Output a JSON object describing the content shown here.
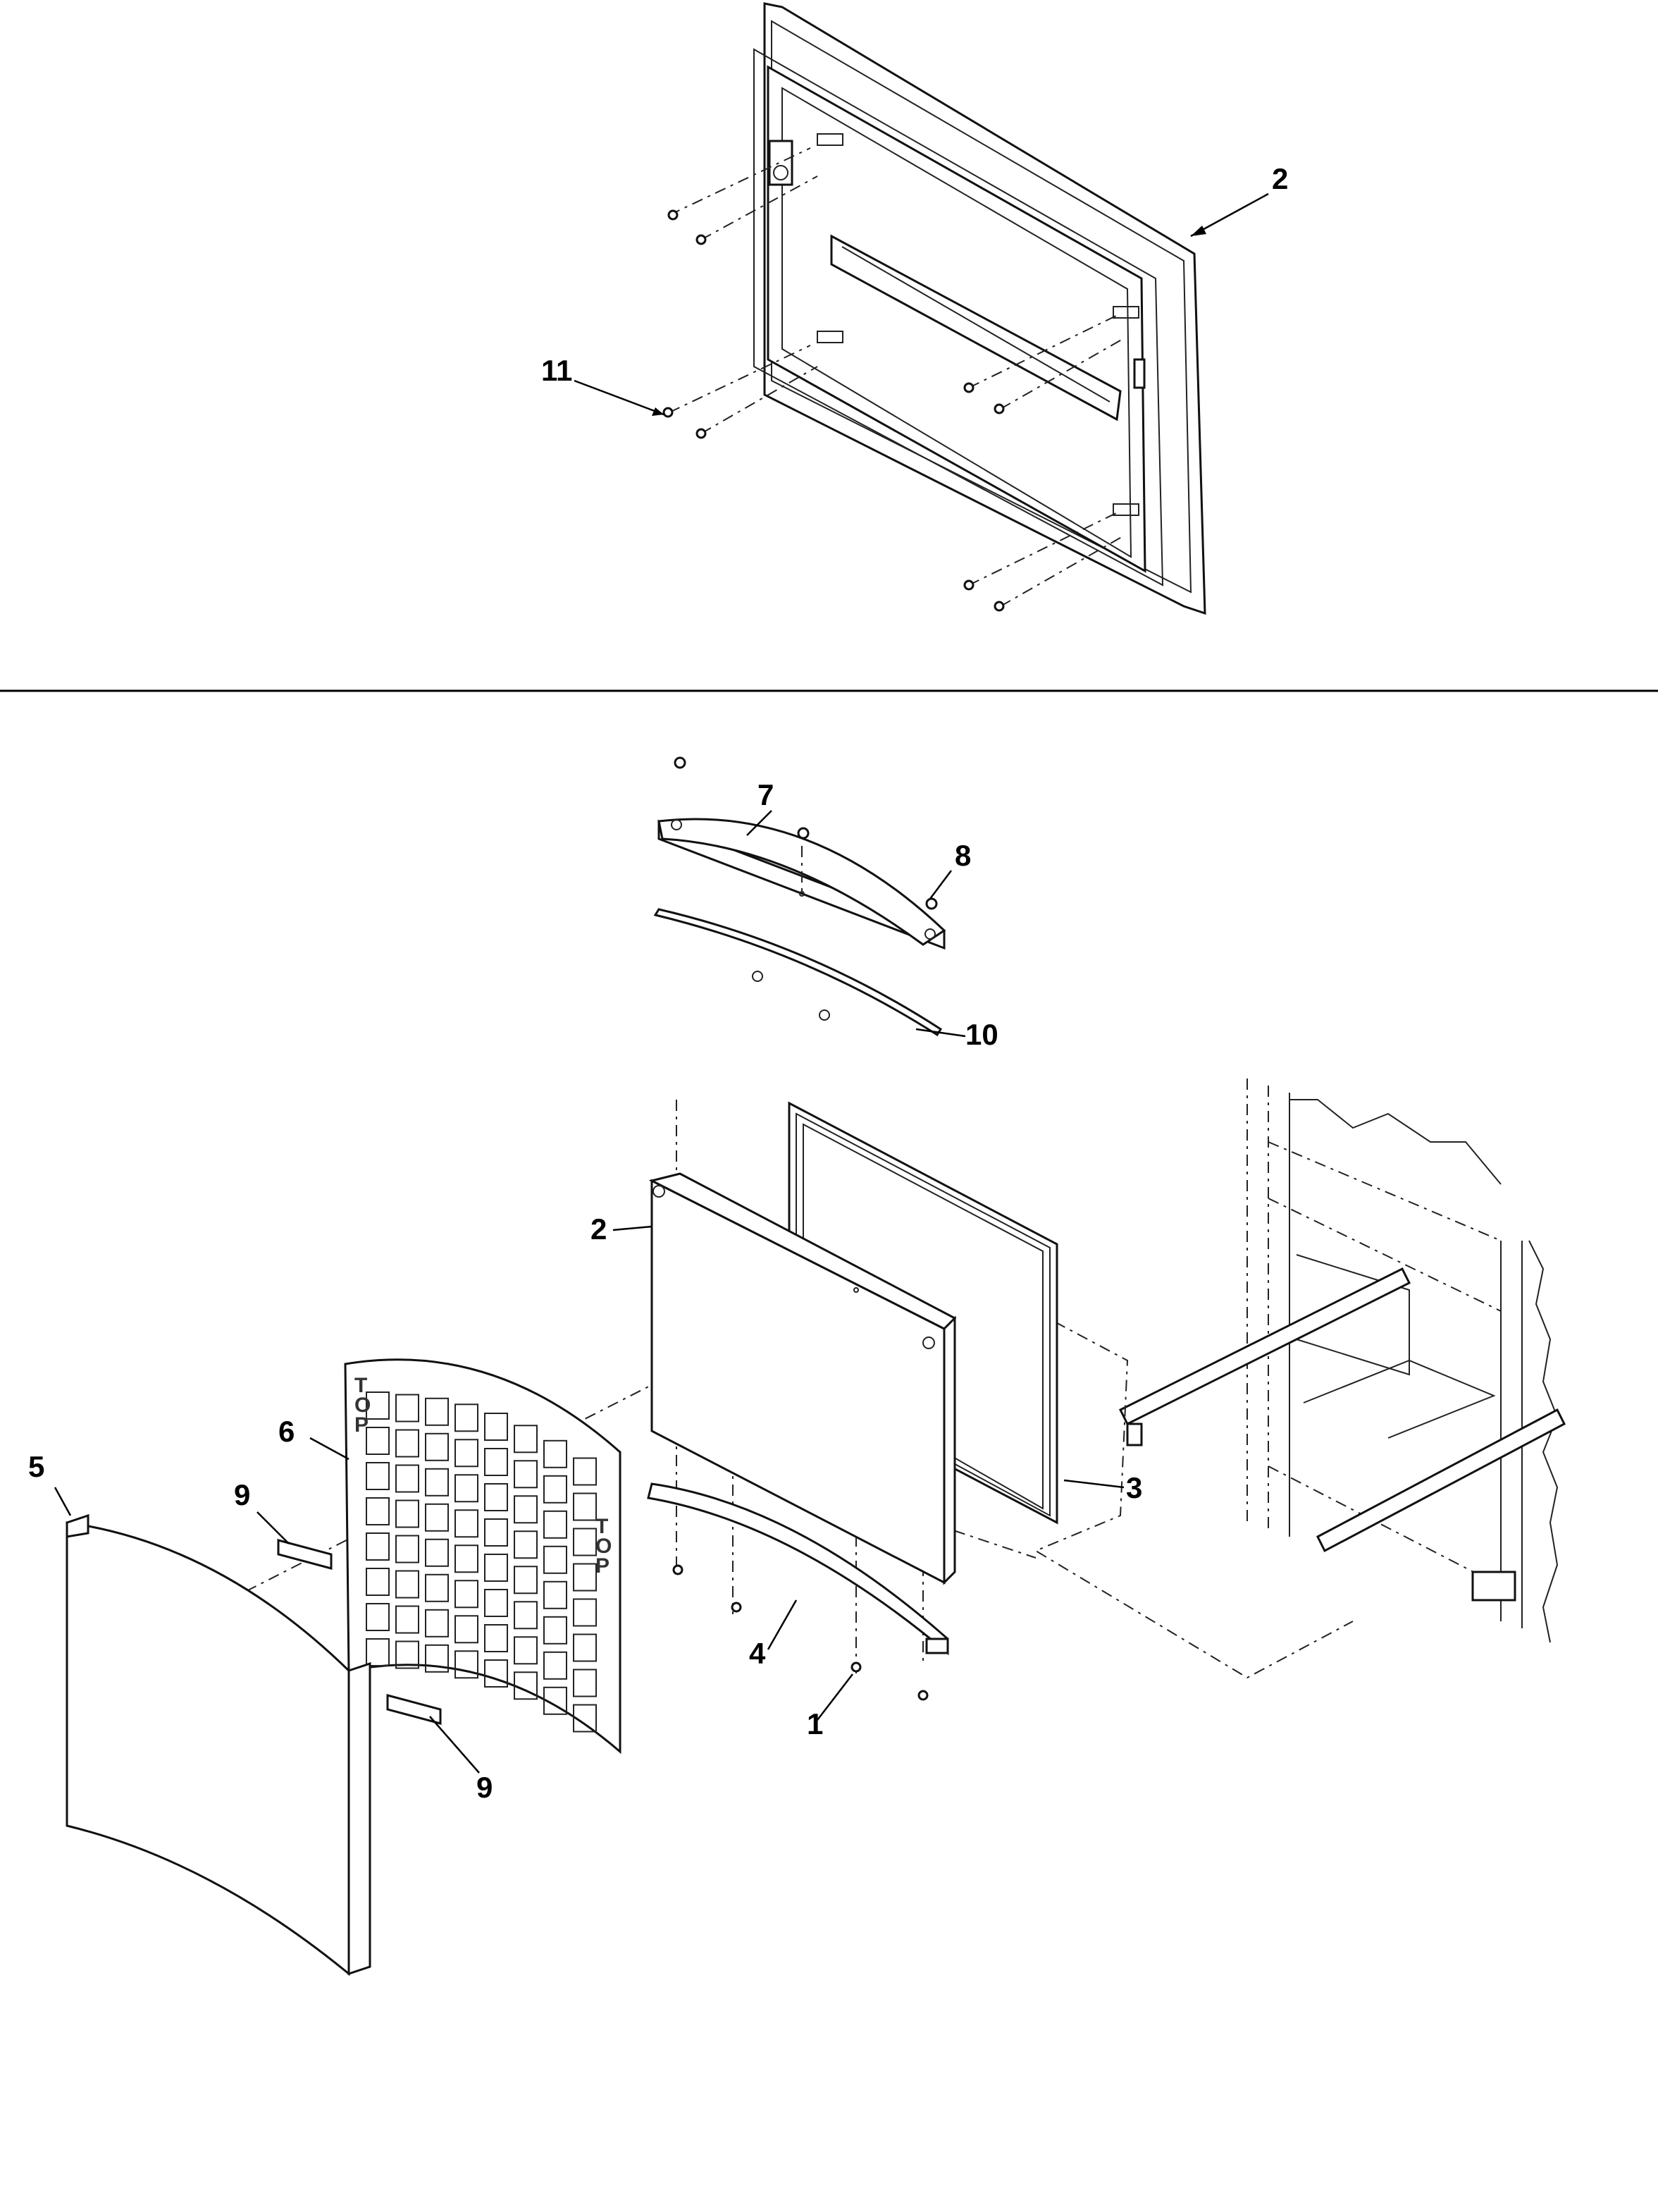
{
  "callouts": {
    "top_door": "2",
    "top_screw": "11",
    "screw_bottom": "1",
    "drawer_front": "2",
    "gasket": "3",
    "bottom_channel": "4",
    "outer_panel": "5",
    "foam_grid": "6",
    "top_channel": "7",
    "channel_screw": "8",
    "clip_upper": "9",
    "clip_lower": "9",
    "trim_strip": "10"
  },
  "grid_markings": {
    "left": [
      "T",
      "O",
      "P"
    ],
    "right": [
      "T",
      "O",
      "P"
    ]
  },
  "colors": {
    "line": "#111111",
    "background": "#ffffff"
  }
}
